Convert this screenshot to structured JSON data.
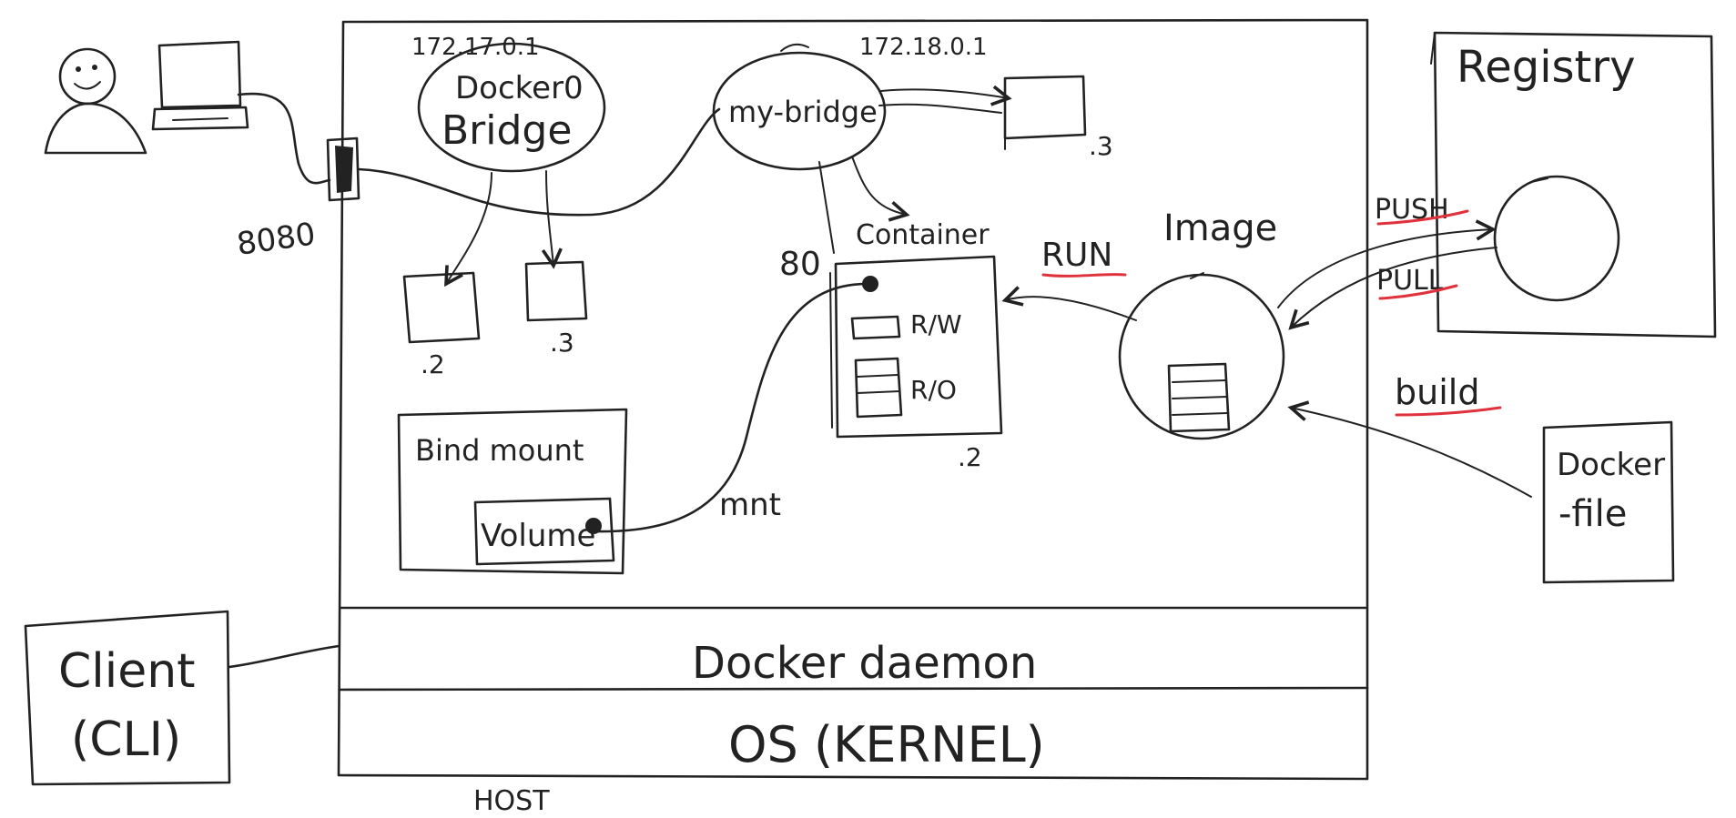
{
  "host": {
    "label": "HOST",
    "daemon_label": "Docker daemon",
    "kernel_label": "OS (KERNEL)"
  },
  "client": {
    "label_line1": "Client",
    "label_line2": "(CLI)"
  },
  "user": {
    "port": "8080"
  },
  "docker_bridge": {
    "ip": "172.17.0.1",
    "label_line1": "Docker0",
    "label_line2": "Bridge",
    "container_left_ip": ".2",
    "container_right_ip": ".3"
  },
  "my_bridge": {
    "ip": "172.18.0.1",
    "label": "my-bridge",
    "side_container_ip": ".3"
  },
  "container": {
    "label": "Container",
    "port": "80",
    "rw_label": "R/W",
    "ro_label": "R/O",
    "ip": ".2"
  },
  "bind_mount": {
    "label": "Bind mount",
    "volume_label": "Volume",
    "mnt_label": "mnt"
  },
  "image": {
    "label": "Image",
    "run_label": "RUN"
  },
  "registry": {
    "label": "Registry",
    "push_label": "PUSH",
    "pull_label": "PULL"
  },
  "dockerfile": {
    "label_line1": "Docker",
    "label_line2": "-file",
    "build_label": "build"
  },
  "colors": {
    "ink": "#222222",
    "accent": "#e0323c",
    "background": "#ffffff"
  }
}
